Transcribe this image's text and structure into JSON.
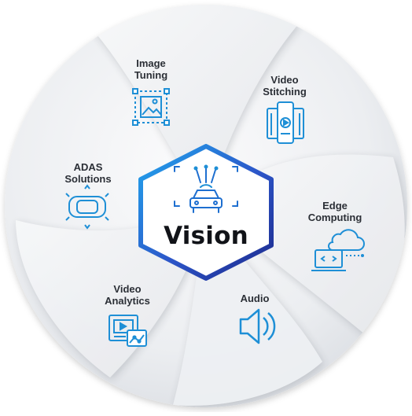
{
  "hub": {
    "title": "Vision",
    "icon": "autonomous-car-chip-icon"
  },
  "segments": [
    {
      "id": "image-tuning",
      "line1": "Image",
      "line2": "Tuning",
      "icon": "image-frame-icon"
    },
    {
      "id": "video-stitching",
      "line1": "Video",
      "line2": "Stitching",
      "icon": "video-stitching-icon"
    },
    {
      "id": "edge-computing",
      "line1": "Edge",
      "line2": "Computing",
      "icon": "cloud-laptop-icon"
    },
    {
      "id": "audio",
      "line1": "Audio",
      "line2": "",
      "icon": "speaker-icon"
    },
    {
      "id": "video-analytics",
      "line1": "Video",
      "line2": "Analytics",
      "icon": "video-analytics-icon"
    },
    {
      "id": "adas-solutions",
      "line1": "ADAS",
      "line2": "Solutions",
      "icon": "car-sensor-icon"
    }
  ],
  "colors": {
    "icon_blue": "#1e8fd6",
    "hex_dark": "#1d2a8c",
    "hex_light": "#22a7ee",
    "disc_light": "#f4f5f7",
    "disc_shade": "#e3e5e9"
  }
}
